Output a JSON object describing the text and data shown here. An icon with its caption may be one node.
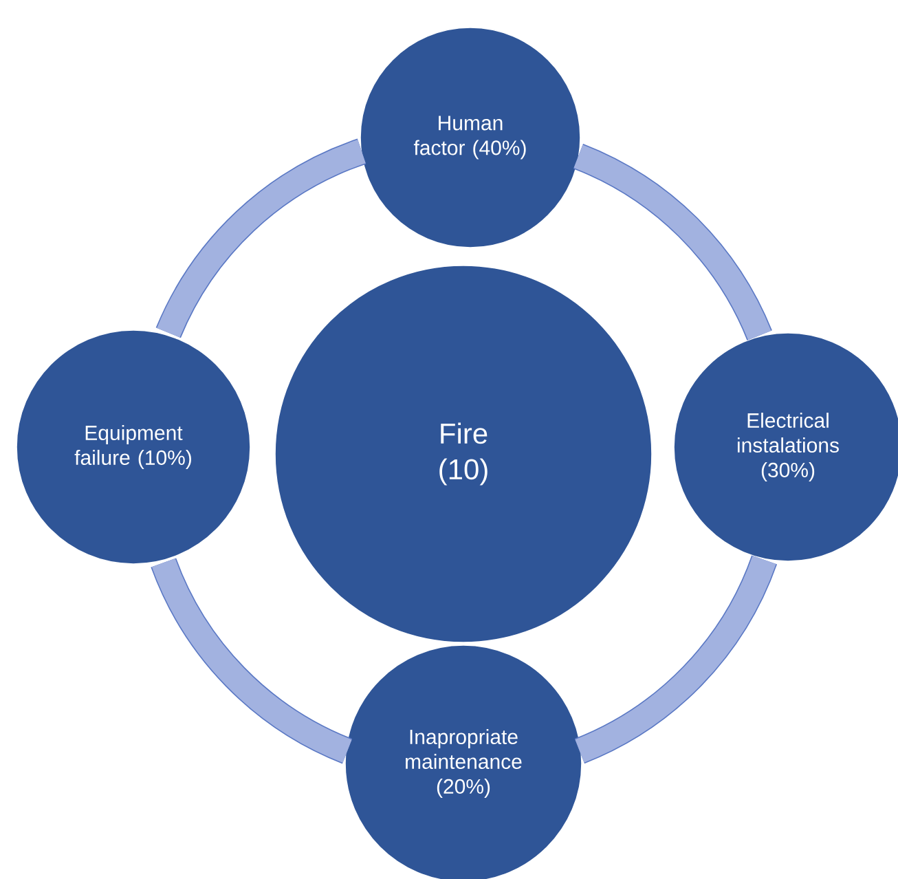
{
  "diagram": {
    "nodes": [
      {
        "text": [
          "Human factor (40%)"
        ]
      },
      {
        "text": [
          "Equipment failure (10%)"
        ]
      },
      {
        "text": [
          "Fire (10)"
        ]
      },
      {
        "text": [
          "Electrical instalations (30%)"
        ]
      },
      {
        "text": [
          "Inapropriate maintenance (20%)"
        ]
      }
    ],
    "edges": [
      {
        "from": 0,
        "to": 3,
        "arrow": "none"
      },
      {
        "from": 3,
        "to": 4,
        "arrow": "none"
      },
      {
        "from": 4,
        "to": 1,
        "arrow": "none"
      },
      {
        "from": 1,
        "to": 0,
        "arrow": "none"
      }
    ]
  }
}
